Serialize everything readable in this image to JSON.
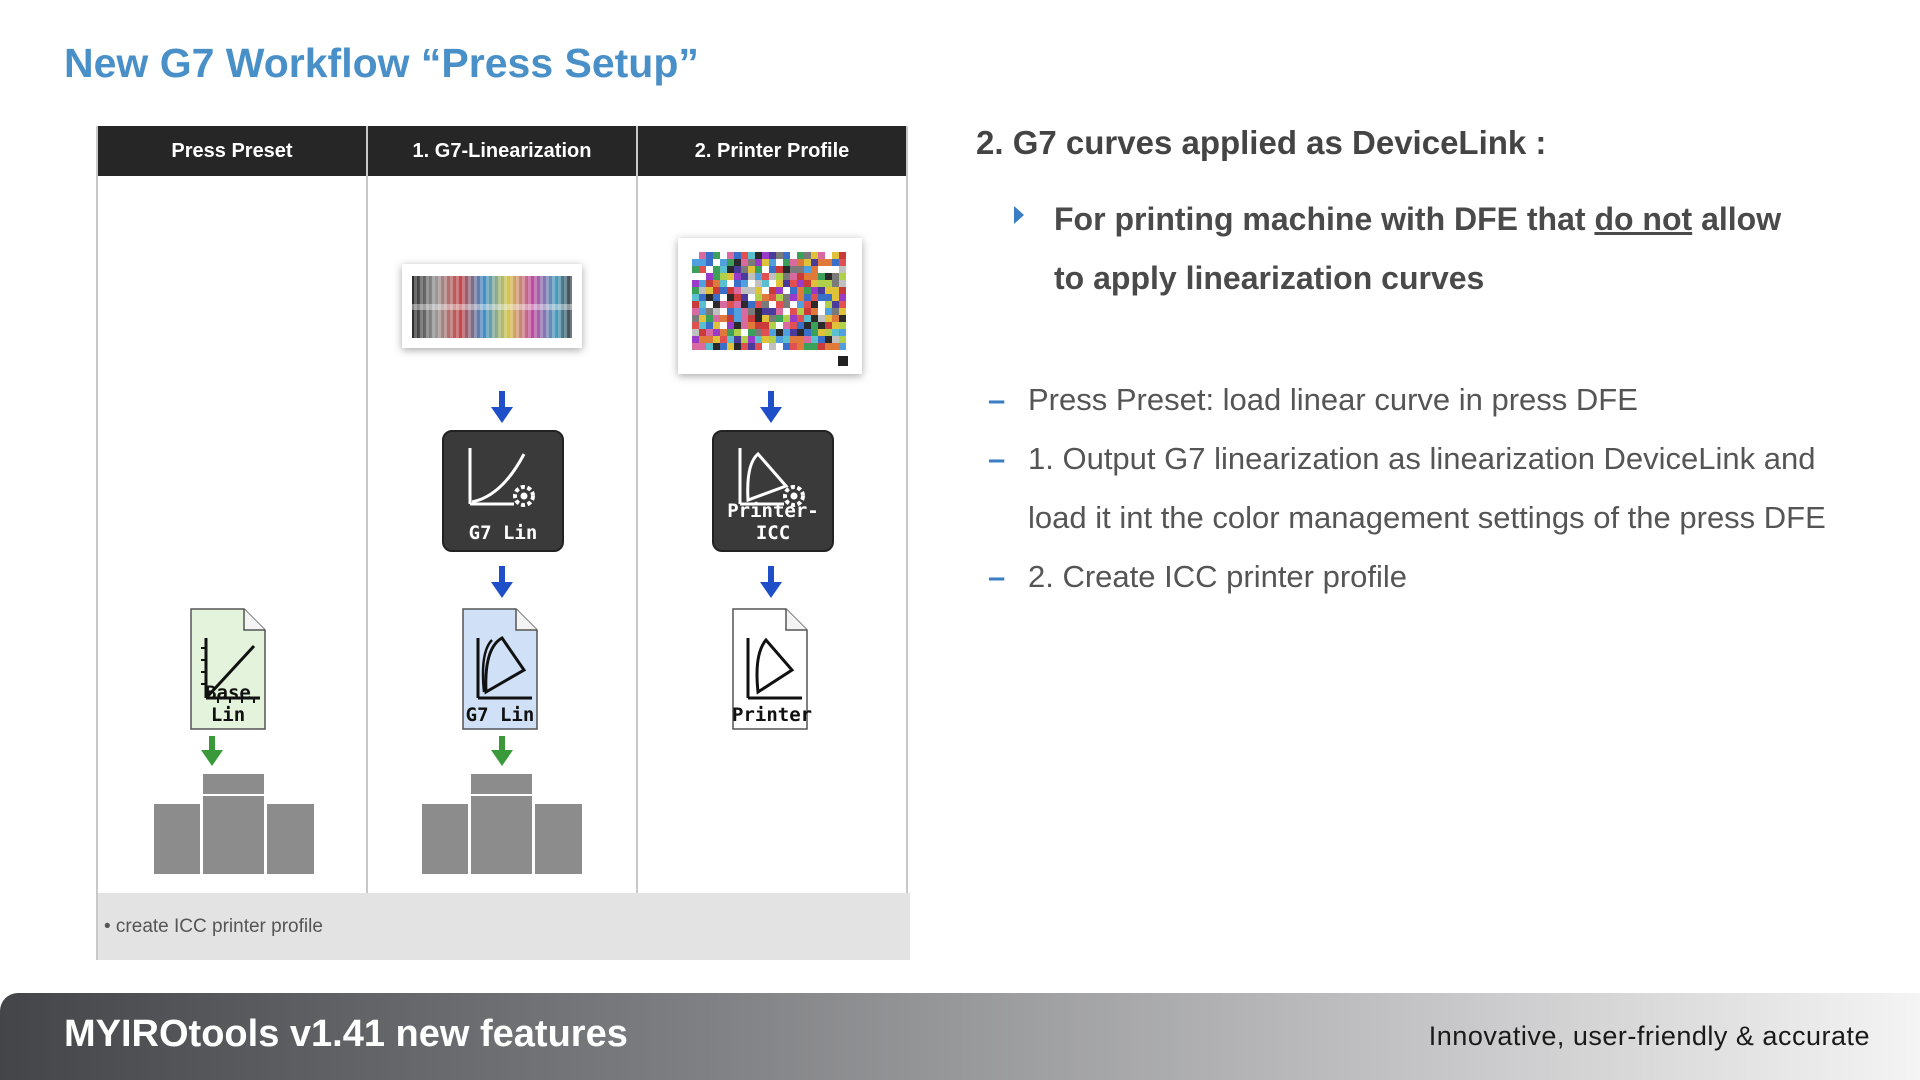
{
  "slide": {
    "title": "New G7 Workflow “Press Setup”"
  },
  "workflow": {
    "columns": [
      {
        "header": "Press Preset"
      },
      {
        "header": "1. G7-Linearization"
      },
      {
        "header": "2. Printer Profile"
      }
    ],
    "g7lin_button": "G7 Lin",
    "printer_icc_button": "Printer-ICC",
    "base_lin_doc": "Base Lin",
    "g7_lin_doc": "G7 Lin",
    "printer_doc": "Printer",
    "footer_note": "• create ICC printer profile"
  },
  "content": {
    "heading": "2. G7 curves applied as DeviceLink :",
    "bullet": {
      "before": "For printing machine with DFE that ",
      "underlined": "do not",
      "after": " allow to apply linearization curves"
    },
    "dash_items": [
      "Press Preset: load linear curve in press DFE",
      "1. Output G7 linearization as linearization DeviceLink and load it int the color management settings of the press DFE",
      "2. Create ICC printer profile"
    ]
  },
  "footer": {
    "left": "MYIROtools v1.41 new features",
    "right": "Innovative, user-friendly & accurate"
  },
  "colors": {
    "title_blue": "#4a90c8",
    "accent_blue": "#3a7fc4",
    "arrow_blue": "#1f4fc8",
    "arrow_green": "#3a9a3a",
    "header_black": "#262626"
  }
}
